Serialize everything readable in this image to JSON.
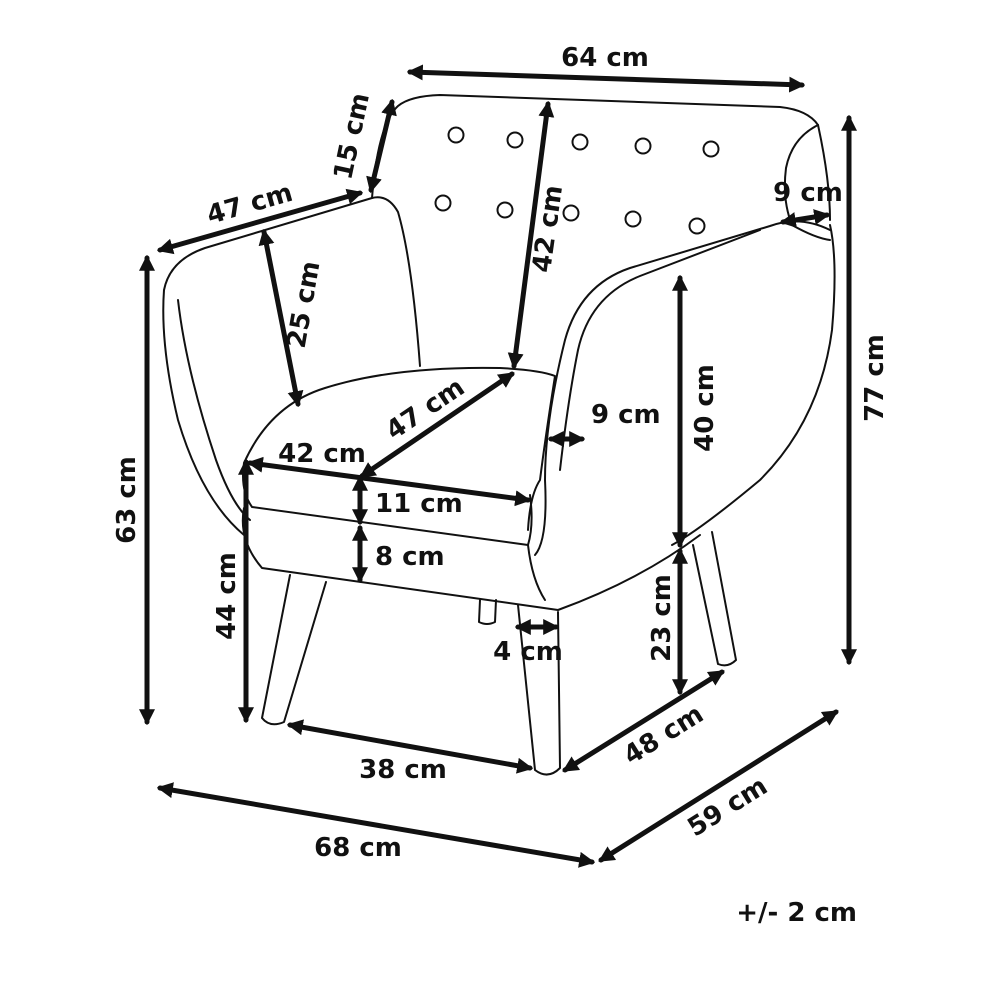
{
  "dimensions": {
    "overall_width": "64 cm",
    "backrest_top_thickness": "15 cm",
    "armrest_top_length": "47 cm",
    "armrest_width": "9 cm",
    "backrest_height": "42 cm",
    "armrest_inner_height": "25 cm",
    "total_height": "77 cm",
    "side_height": "63 cm",
    "seat_depth": "47 cm",
    "armrest_inner_width": "9 cm",
    "seat_width": "42 cm",
    "arm_height_above_seat": "40 cm",
    "cushion_thickness": "11 cm",
    "seat_base_thickness": "8 cm",
    "seat_height": "44 cm",
    "leg_height": "23 cm",
    "leg_width": "4 cm",
    "leg_spacing_front": "38 cm",
    "leg_spacing_side": "48 cm",
    "overall_depth": "59 cm",
    "overall_base_width": "68 cm"
  },
  "tolerance": "+/- 2 cm"
}
